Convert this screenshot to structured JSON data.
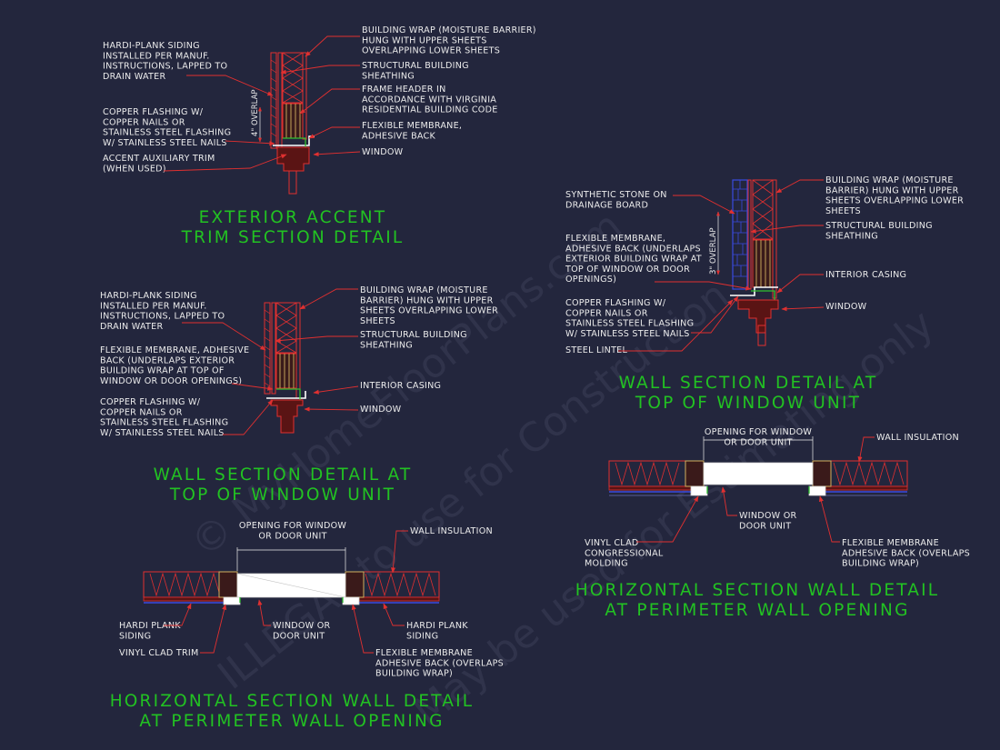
{
  "watermark": {
    "line1": "© MyHomeFloorPlans.com",
    "line2": "ILLEGAL to use for Construction",
    "line3": "May be used for Estimating only"
  },
  "detail_1": {
    "title_line1": "EXTERIOR ACCENT",
    "title_line2": "TRIM SECTION DETAIL",
    "dim_label": "4\" OVERLAP",
    "left_notes": [
      [
        "HARDI-PLANK SIDING",
        "INSTALLED PER MANUF.",
        "INSTRUCTIONS, LAPPED TO",
        "DRAIN WATER"
      ],
      [
        "COPPER FLASHING W/",
        "COPPER NAILS OR",
        "STAINLESS STEEL FLASHING",
        "W/ STAINLESS STEEL NAILS"
      ],
      [
        "ACCENT AUXILIARY TRIM",
        "(WHEN USED)"
      ]
    ],
    "right_notes": [
      [
        "BUILDING WRAP (MOISTURE BARRIER)",
        "HUNG WITH UPPER SHEETS",
        "OVERLAPPING LOWER SHEETS"
      ],
      [
        "STRUCTURAL BUILDING",
        "SHEATHING"
      ],
      [
        "FRAME HEADER IN",
        "ACCORDANCE WITH VIRGINIA",
        "RESIDENTIAL BUILDING CODE"
      ],
      [
        "FLEXIBLE MEMBRANE,",
        "ADHESIVE BACK"
      ],
      [
        "WINDOW"
      ]
    ]
  },
  "detail_2": {
    "title_line1": "WALL SECTION DETAIL AT",
    "title_line2": "TOP OF WINDOW UNIT",
    "left_notes": [
      [
        "HARDI-PLANK SIDING",
        "INSTALLED PER MANUF.",
        "INSTRUCTIONS, LAPPED TO",
        "DRAIN WATER"
      ],
      [
        "FLEXIBLE MEMBRANE, ADHESIVE",
        "BACK (UNDERLAPS EXTERIOR",
        "BUILDING WRAP AT TOP OF",
        "WINDOW OR DOOR OPENINGS)"
      ],
      [
        "COPPER FLASHING W/",
        "COPPER NAILS OR",
        "STAINLESS STEEL FLASHING",
        "W/ STAINLESS STEEL NAILS"
      ]
    ],
    "right_notes": [
      [
        "BUILDING WRAP (MOISTURE",
        "BARRIER) HUNG WITH UPPER",
        "SHEETS OVERLAPPING LOWER",
        "SHEETS"
      ],
      [
        "STRUCTURAL BUILDING",
        "SHEATHING"
      ],
      [
        "INTERIOR CASING"
      ],
      [
        "WINDOW"
      ]
    ]
  },
  "detail_3": {
    "title_line1": "WALL SECTION DETAIL AT",
    "title_line2": "TOP OF WINDOW UNIT",
    "dim_label": "3\" OVERLAP",
    "left_notes": [
      [
        "SYNTHETIC STONE ON",
        "DRAINAGE BOARD"
      ],
      [
        "FLEXIBLE MEMBRANE,",
        "ADHESIVE BACK (UNDERLAPS",
        "EXTERIOR BUILDING WRAP AT",
        "TOP OF WINDOW OR DOOR",
        "OPENINGS)"
      ],
      [
        "COPPER FLASHING W/",
        "COPPER NAILS OR",
        "STAINLESS STEEL FLASHING",
        "W/ STAINLESS STEEL NAILS"
      ],
      [
        "STEEL LINTEL"
      ]
    ],
    "right_notes": [
      [
        "BUILDING WRAP (MOISTURE",
        "BARRIER) HUNG WITH UPPER",
        "SHEETS OVERLAPPING LOWER",
        "SHEETS"
      ],
      [
        "STRUCTURAL BUILDING",
        "SHEATHING"
      ],
      [
        "INTERIOR CASING"
      ],
      [
        "WINDOW"
      ]
    ]
  },
  "detail_4": {
    "title_line1": "HORIZONTAL SECTION WALL DETAIL",
    "title_line2": "AT PERIMETER WALL OPENING",
    "notes": {
      "opening": [
        "OPENING FOR WINDOW",
        "OR DOOR UNIT"
      ],
      "insulation": [
        "WALL INSULATION"
      ],
      "siding_left": [
        "HARDI PLANK",
        "SIDING"
      ],
      "trim": [
        "VINYL CLAD TRIM"
      ],
      "unit": [
        "WINDOW OR",
        "DOOR UNIT"
      ],
      "siding_right": [
        "HARDI PLANK",
        "SIDING"
      ],
      "membrane": [
        "FLEXIBLE MEMBRANE",
        "ADHESIVE BACK (OVERLAPS",
        "BUILDING WRAP)"
      ]
    }
  },
  "detail_5": {
    "title_line1": "HORIZONTAL SECTION WALL DETAIL",
    "title_line2": "AT PERIMETER WALL OPENING",
    "notes": {
      "opening": [
        "OPENING FOR WINDOW",
        "OR DOOR UNIT"
      ],
      "insulation": [
        "WALL INSULATION"
      ],
      "molding": [
        "VINYL CLAD",
        "CONGRESSIONAL",
        "MOLDING"
      ],
      "unit": [
        "WINDOW OR",
        "DOOR UNIT"
      ],
      "membrane": [
        "FLEXIBLE MEMBRANE",
        "ADHESIVE BACK (OVERLAPS",
        "BUILDING WRAP)"
      ]
    }
  }
}
